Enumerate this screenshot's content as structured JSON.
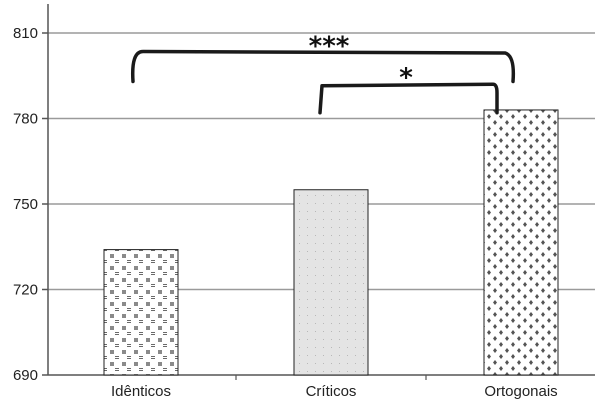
{
  "chart_data": {
    "type": "bar",
    "categories": [
      "Idênticos",
      "Críticos",
      "Ortogonais"
    ],
    "values": [
      734,
      755,
      783
    ],
    "ylim": [
      690,
      815
    ],
    "yticks": [
      690,
      720,
      750,
      780,
      810
    ],
    "grid": true,
    "patterns": [
      "squares",
      "fine-dots",
      "diamonds"
    ],
    "significance": [
      {
        "from": 0,
        "to": 2,
        "label": "***"
      },
      {
        "from": 1,
        "to": 2,
        "label": "*"
      }
    ]
  },
  "colors": {
    "grid": "#9a9a9a",
    "axis": "#555555",
    "bar_border": "#222222",
    "bracket": "#1a1a1a",
    "bar_fill_criticos": "#e4e4e4",
    "pattern_dark": "#555555"
  }
}
